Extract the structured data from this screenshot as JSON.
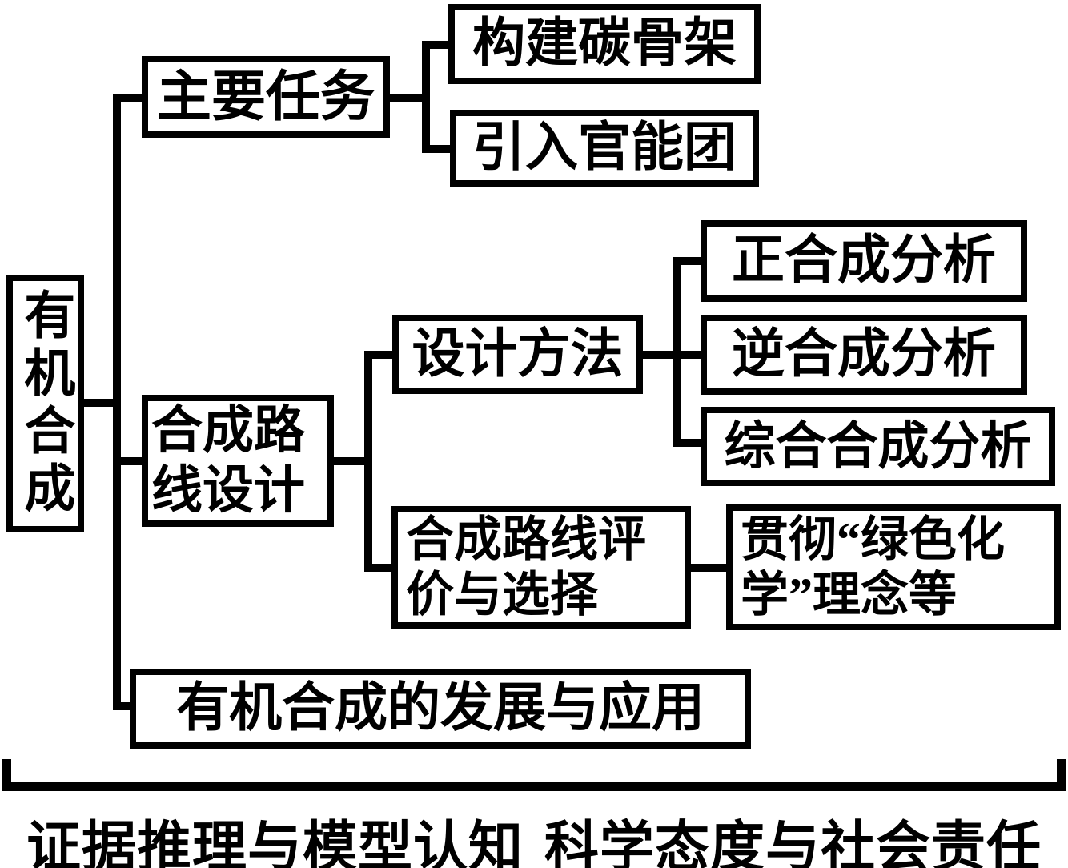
{
  "colors": {
    "ink": "#000000",
    "paper": "#ffffff"
  },
  "diagram": {
    "root": {
      "label": "有机合成"
    },
    "branch_main_tasks": {
      "label": "主要任务",
      "children": [
        {
          "label": "构建碳骨架"
        },
        {
          "label": "引入官能团"
        }
      ]
    },
    "branch_route_design": {
      "label": "合成路线设计",
      "design_methods": {
        "label": "设计方法",
        "children": [
          {
            "label": "正合成分析"
          },
          {
            "label": "逆合成分析"
          },
          {
            "label": "综合合成分析"
          }
        ]
      },
      "route_evaluation": {
        "label": "合成路线评价与选择",
        "child": {
          "label": "贯彻“绿色化学”理念等"
        }
      }
    },
    "branch_development": {
      "label": "有机合成的发展与应用"
    }
  },
  "footer": {
    "left_phrase": "证据推理与模型认知",
    "right_phrase": "科学态度与社会责任"
  }
}
